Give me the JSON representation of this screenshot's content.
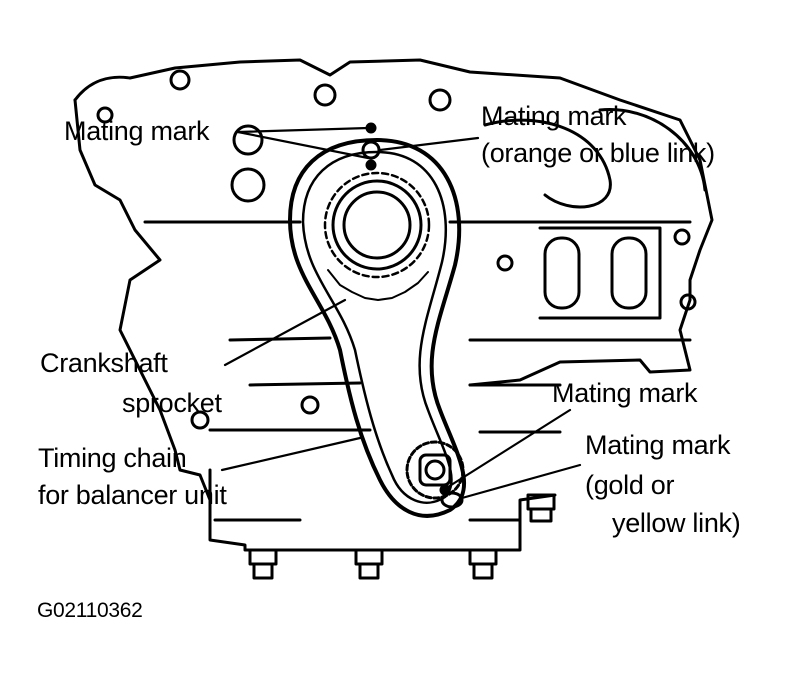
{
  "colors": {
    "ink": "#000000",
    "paper": "#ffffff"
  },
  "labels": {
    "mating_mark_top_left": "Mating mark",
    "mating_mark_top_right_l1": "Mating mark",
    "mating_mark_top_right_l2": "(orange or blue link)",
    "crankshaft_l1": "Crankshaft",
    "crankshaft_l2": "sprocket",
    "timing_chain_l1": "Timing chain",
    "timing_chain_l2": "for balancer unit",
    "mating_mark_lower": "Mating mark",
    "mating_mark_gold_l1": "Mating mark",
    "mating_mark_gold_l2": "(gold or",
    "mating_mark_gold_l3": "yellow link)"
  },
  "figure_id": "G02110362"
}
